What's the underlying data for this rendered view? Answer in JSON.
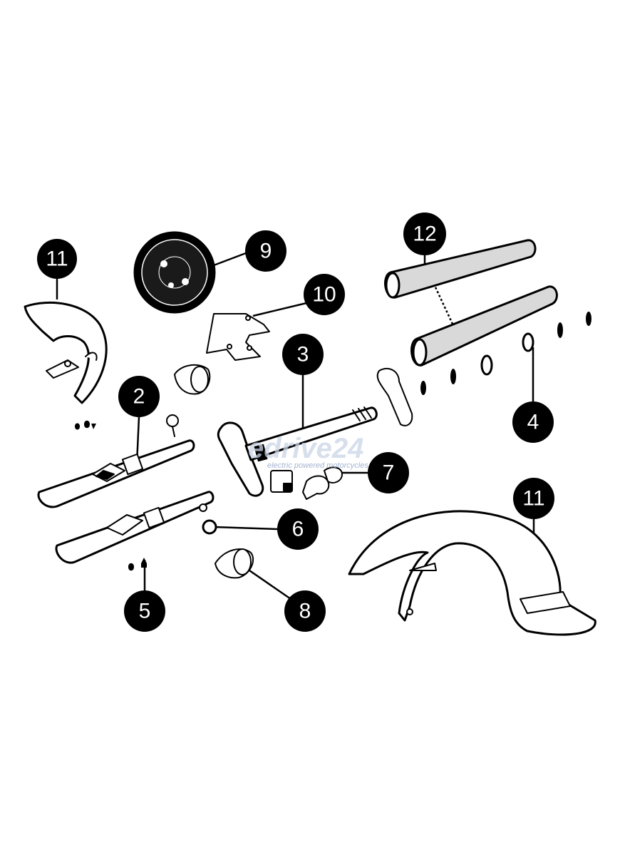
{
  "watermark": {
    "brand_text": "edrive24",
    "tagline_text": "electric powered motorcycles",
    "brand_color": "#c9d4e6"
  },
  "callouts": [
    {
      "id": "c11a",
      "label": "11"
    },
    {
      "id": "c9",
      "label": "9"
    },
    {
      "id": "c12",
      "label": "12"
    },
    {
      "id": "c10",
      "label": "10"
    },
    {
      "id": "c3",
      "label": "3"
    },
    {
      "id": "c2",
      "label": "2"
    },
    {
      "id": "c4",
      "label": "4"
    },
    {
      "id": "c7",
      "label": "7"
    },
    {
      "id": "c6",
      "label": "6"
    },
    {
      "id": "c11b",
      "label": "11"
    },
    {
      "id": "c5",
      "label": "5"
    },
    {
      "id": "c8",
      "label": "8"
    }
  ],
  "parts": [
    "front-fender",
    "fork-leg-left",
    "triple-clamp-stem",
    "fork-spacer-rings",
    "fork-bolts",
    "fork-ring-6",
    "ignition-lock-keys",
    "fork-dust-boot",
    "headlight",
    "headlight-bracket",
    "rear-fender",
    "fork-tubes"
  ]
}
